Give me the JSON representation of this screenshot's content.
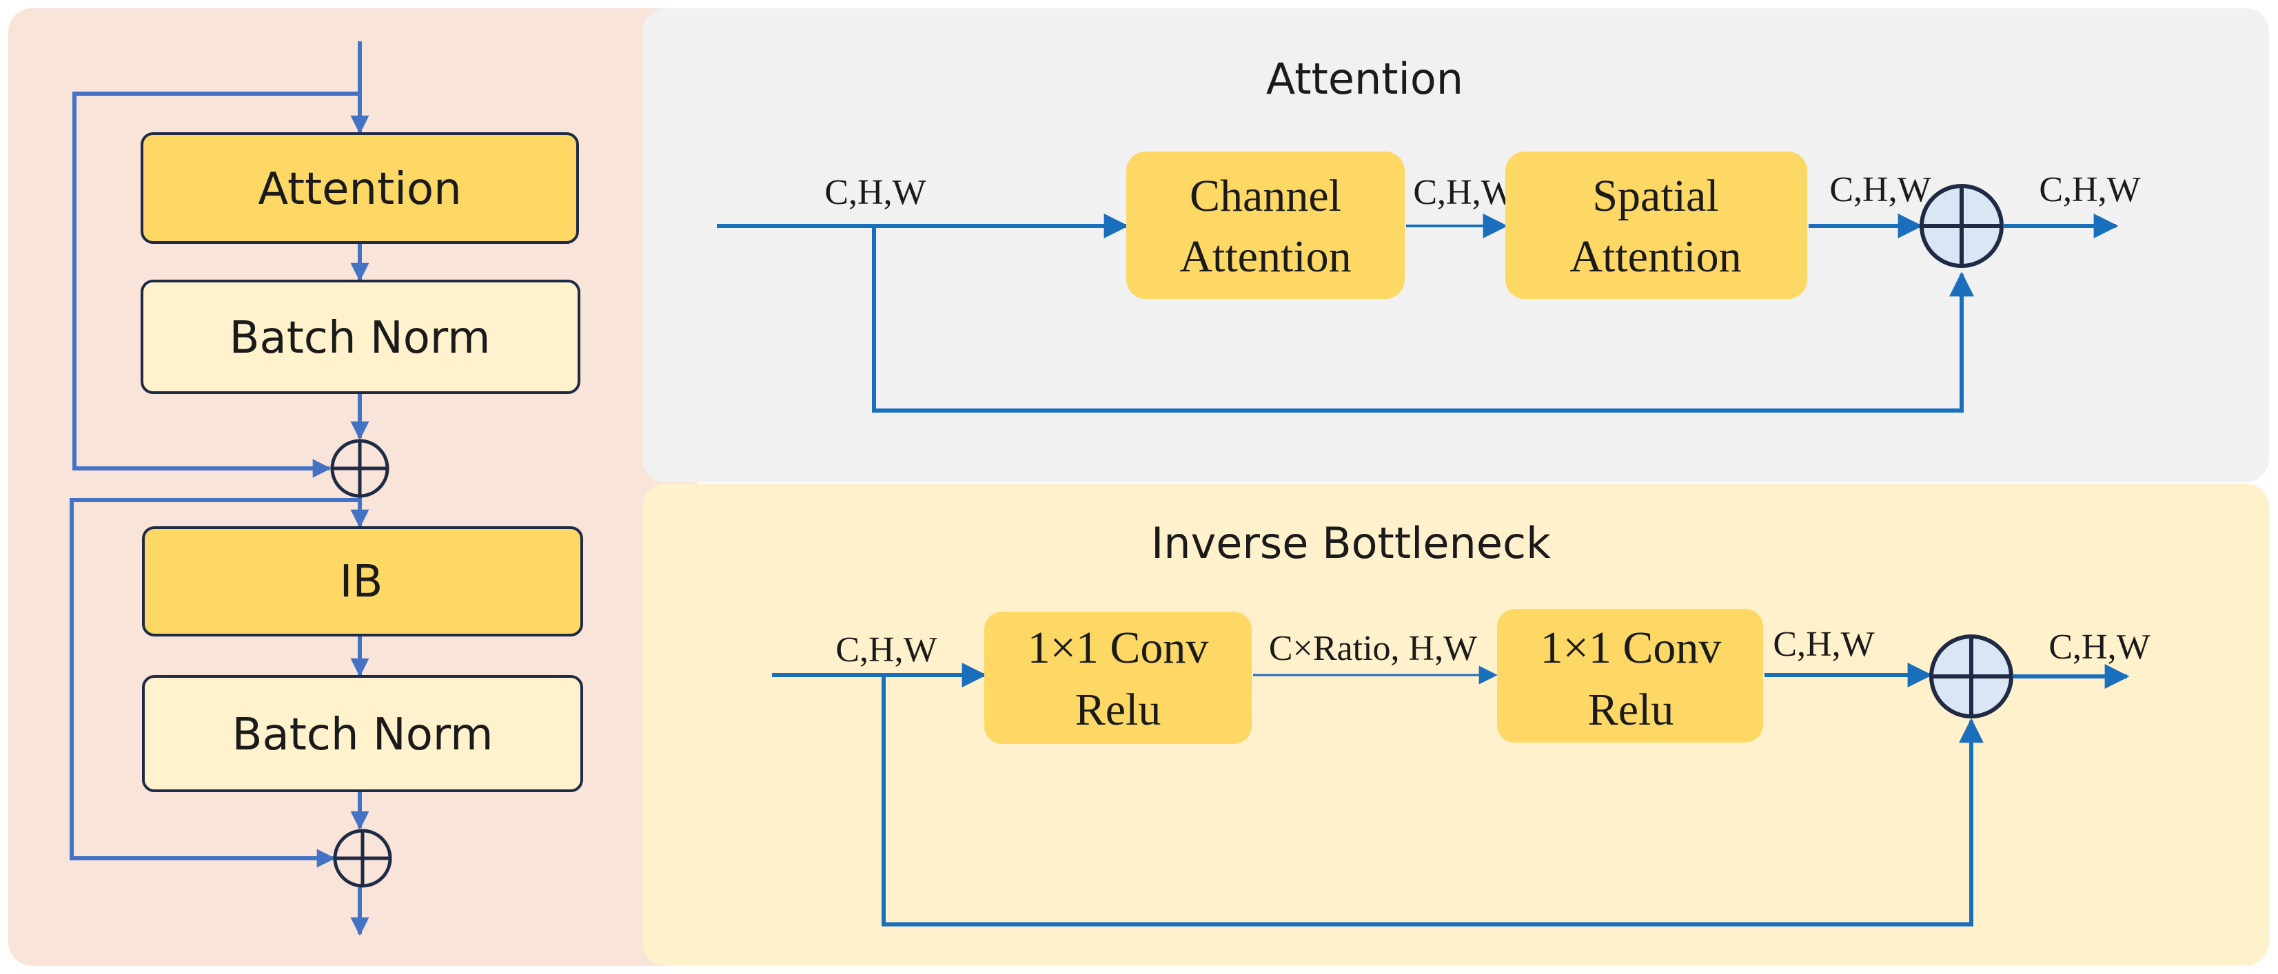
{
  "colors": {
    "left_panel_bg": "#f9e4da",
    "attention_panel_bg": "#f1f1f1",
    "ib_panel_bg": "#fff1cc",
    "main_block_fill": "#fdd865",
    "norm_block_fill": "#fff2cc",
    "block_border": "#1f2a44",
    "left_arrow": "#4472c4",
    "right_arrow": "#1a6fbd",
    "adder_fill": "#dbe6f5"
  },
  "left_stack": {
    "attention_label": "Attention",
    "batch_norm_1_label": "Batch Norm",
    "ib_label": "IB",
    "batch_norm_2_label": "Batch Norm"
  },
  "attention_panel": {
    "title": "Attention",
    "input_label": "C,H,W",
    "channel_block": {
      "line1": "Channel",
      "line2": "Attention"
    },
    "mid_label": "C,H,W",
    "spatial_block": {
      "line1": "Spatial",
      "line2": "Attention"
    },
    "pre_add_label": "C,H,W",
    "output_label": "C,H,W"
  },
  "ib_panel": {
    "title": "Inverse Bottleneck",
    "input_label": "C,H,W",
    "conv1_block": {
      "line1": "1×1 Conv",
      "line2": "Relu"
    },
    "mid_label": "C×Ratio, H,W",
    "conv2_block": {
      "line1": "1×1 Conv",
      "line2": "Relu"
    },
    "pre_add_label": "C,H,W",
    "output_label": "C,H,W"
  }
}
